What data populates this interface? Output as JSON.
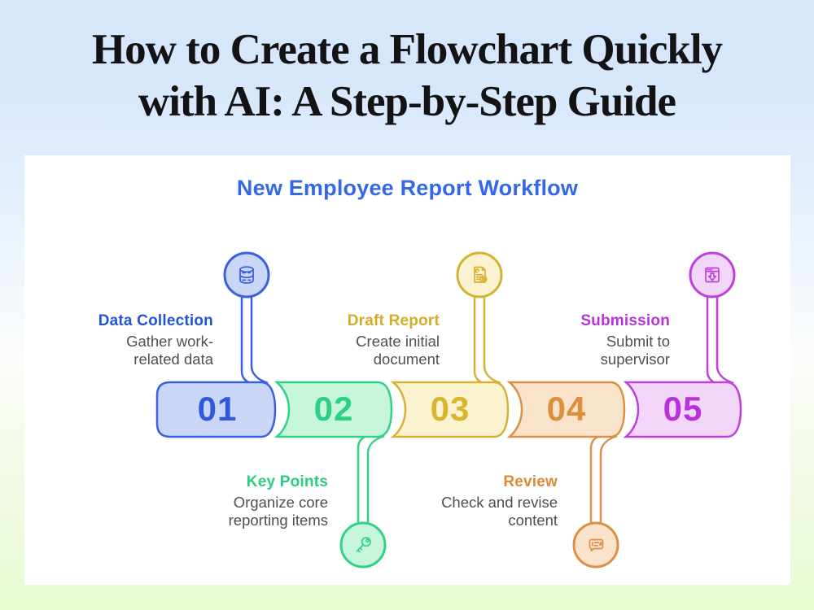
{
  "page": {
    "title": "How to Create a Flowchart Quickly\nwith AI: A Step-by-Step Guide"
  },
  "colors": {
    "bg_top": "#d7e7fb",
    "bg_mid": "#fbfdfb",
    "bg_bottom": "#e6fbce",
    "card_bg": "#ffffff",
    "desc_text": "#4f4f4f",
    "workflow_title": "#3568e8"
  },
  "workflow": {
    "title": "New Employee Report Workflow"
  },
  "steps": [
    {
      "number": "01",
      "title": "Data Collection",
      "desc": "Gather work-\nrelated data",
      "icon": "database-icon",
      "label_position": "above",
      "border": "#3b5fdd",
      "fill": "#c9d6f8",
      "title_color": "#2453d6",
      "number_color": "#3059d8"
    },
    {
      "number": "02",
      "title": "Key Points",
      "desc": "Organize core\nreporting items",
      "icon": "key-icon",
      "label_position": "below",
      "border": "#2fd287",
      "fill": "#c8f6dc",
      "title_color": "#29ce80",
      "number_color": "#2bd084"
    },
    {
      "number": "03",
      "title": "Draft Report",
      "desc": "Create initial\ndocument",
      "icon": "receipt-icon",
      "label_position": "above",
      "border": "#d6b233",
      "fill": "#fbf3cf",
      "title_color": "#d3ad28",
      "number_color": "#d9b52f"
    },
    {
      "number": "04",
      "title": "Review",
      "desc": "Check and revise\ncontent",
      "icon": "chat-revision-icon",
      "label_position": "below",
      "border": "#dd8f44",
      "fill": "#f9e3ca",
      "title_color": "#dd8a35",
      "number_color": "#dd8f3c"
    },
    {
      "number": "05",
      "title": "Submission",
      "desc": "Submit to\nsupervisor",
      "icon": "browser-download-icon",
      "label_position": "above",
      "border": "#bf3fdc",
      "fill": "#f2d6fa",
      "title_color": "#b733d9",
      "number_color": "#b733d9"
    }
  ]
}
